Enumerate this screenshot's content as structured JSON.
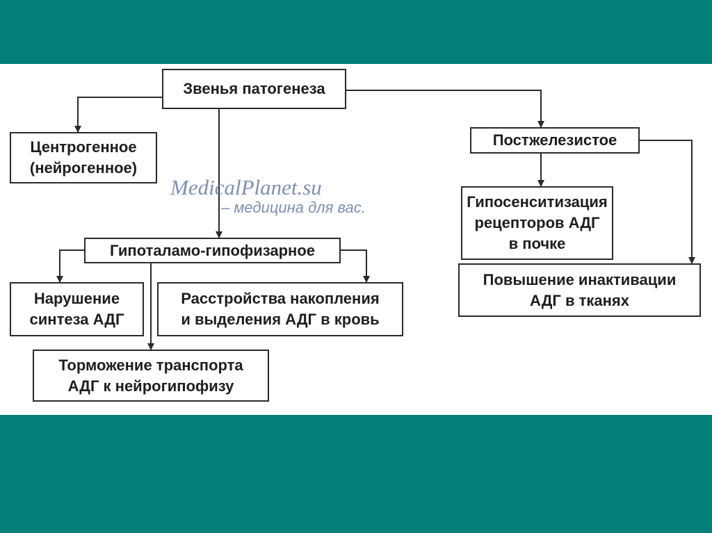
{
  "diagram": {
    "root": "Звенья патогенеза",
    "central": "Центрогенное\n(нейрогенное)",
    "postglandular": "Постжелезистое",
    "hyposensitization": "Гипосенситизация\nрецепторов АДГ\nв  почке",
    "inactivation": "Повышение инактивации\nАДГ в тканях",
    "hypothalamic": "Гипоталамо-гипофизарное",
    "synthesis": "Нарушение\nсинтеза АДГ",
    "storage": "Расстройства накопления\nи выделения АДГ в кровь",
    "transport": "Торможение транспорта\nАДГ к нейрогипофизу"
  },
  "watermark": {
    "main": "MedicalPlanet.su",
    "sub": "– медицина для вас."
  },
  "colors": {
    "band": "#047e78",
    "line": "#2a2a2a",
    "watermark": "#7d8fb5"
  }
}
